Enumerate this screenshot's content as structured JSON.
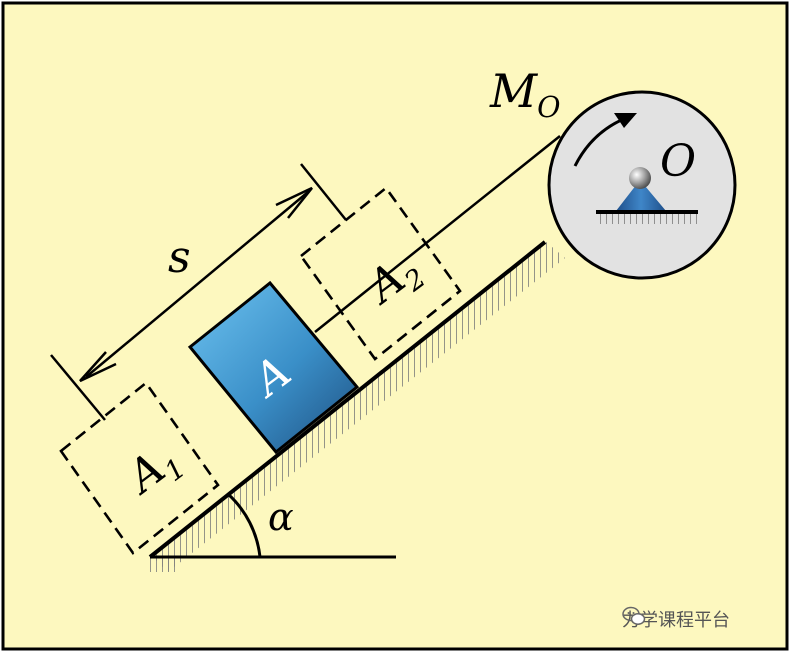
{
  "diagram": {
    "colors": {
      "background": "#FDF8BF",
      "frame": "#000000",
      "block_fill": "#3A8FC8",
      "pulley_fill": "#E2E2E2",
      "support_fill": "#2F6FB0"
    },
    "labels": {
      "distance": "s",
      "moment": "M",
      "moment_sub": "O",
      "pivot": "O",
      "angle": "α",
      "block": "A",
      "start_position": "A",
      "start_sub": "1",
      "end_position": "A",
      "end_sub": "2"
    }
  },
  "watermark": {
    "icon": "wechat-icon",
    "text": "力学课程平台"
  }
}
